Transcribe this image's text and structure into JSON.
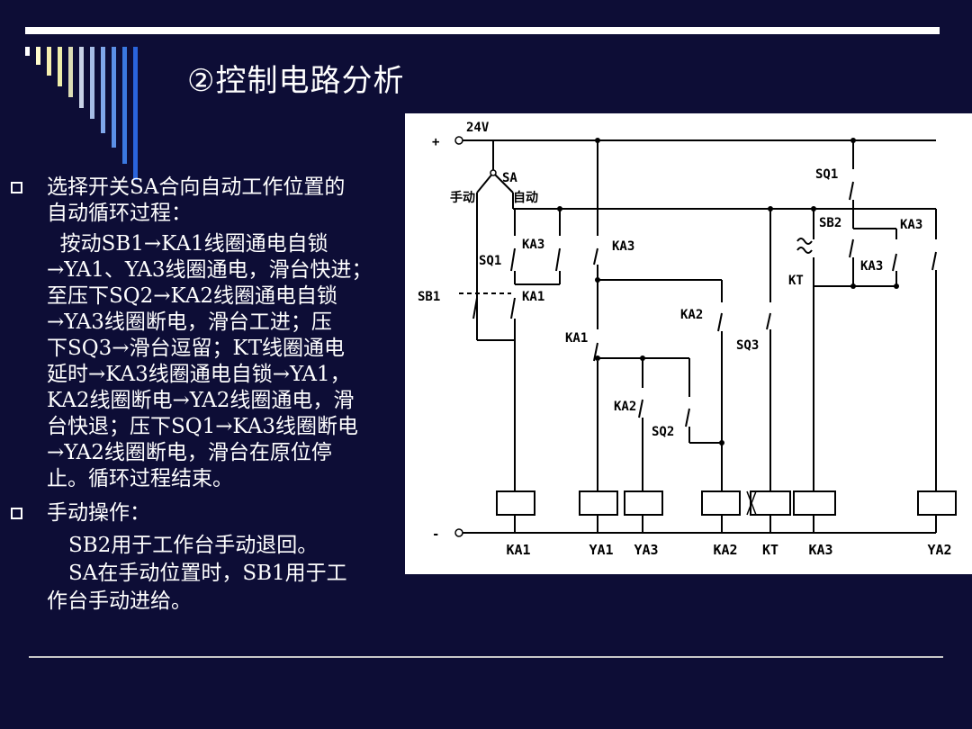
{
  "slide": {
    "title": "②控制电路分析",
    "bullets": [
      {
        "lines": [
          "选择开关SA合向自动工作位置的",
          "自动循环过程："
        ]
      },
      {
        "lines": [
          "手动操作："
        ]
      }
    ],
    "auto_paragraph": [
      "  按动SB1→KA1线圈通电自锁",
      "→YA1、YA3线圈通电，滑台快进；",
      "至压下SQ2→KA2线圈通电自锁",
      "→YA3线圈断电，滑台工进；压",
      "下SQ3→滑台逗留；KT线圈通电",
      "延时→KA3线圈通电自锁→YA1，",
      "KA2线圈断电→YA2线圈通电，滑",
      "台快退；压下SQ1→KA3线圈断电",
      "→YA2线圈断电，滑台在原位停",
      "止。循环过程结束。"
    ],
    "manual_paragraph": [
      "SB2用于工作台手动退回。",
      "SA在手动位置时，SB1用于工",
      "作台手动进给。"
    ]
  },
  "diagram": {
    "supply_labels": {
      "voltage": "24V",
      "plus": "+",
      "minus": "-"
    },
    "switch_labels": {
      "sa": "SA",
      "manual": "手动",
      "auto": "自动"
    },
    "contact_labels": {
      "sq1_left": "SQ1",
      "sb1": "SB1",
      "ka3_1": "KA3",
      "ka1_1": "KA1",
      "ka3_2": "KA3",
      "ka1_2": "KA1",
      "ka2_1": "KA2",
      "ka2_2": "KA2",
      "sq2": "SQ2",
      "sq3": "SQ3",
      "kt_contact": "KT",
      "sq1_right": "SQ1",
      "sb2": "SB2",
      "ka3_hold": "KA3",
      "ka3_right": "KA3"
    },
    "coil_labels": [
      "KA1",
      "YA1",
      "YA3",
      "KA2",
      "KT",
      "KA3",
      "YA2"
    ]
  },
  "colors": {
    "background": "#0d0d36",
    "stripe_palette": [
      "#ffffff",
      "#fffccc",
      "#f6f0b0",
      "#eeeeaa",
      "#dcdcb4",
      "#c8d2e6",
      "#a6bde6",
      "#7fa7ea",
      "#5b8fe6",
      "#3a78e0",
      "#2a64dc"
    ]
  }
}
